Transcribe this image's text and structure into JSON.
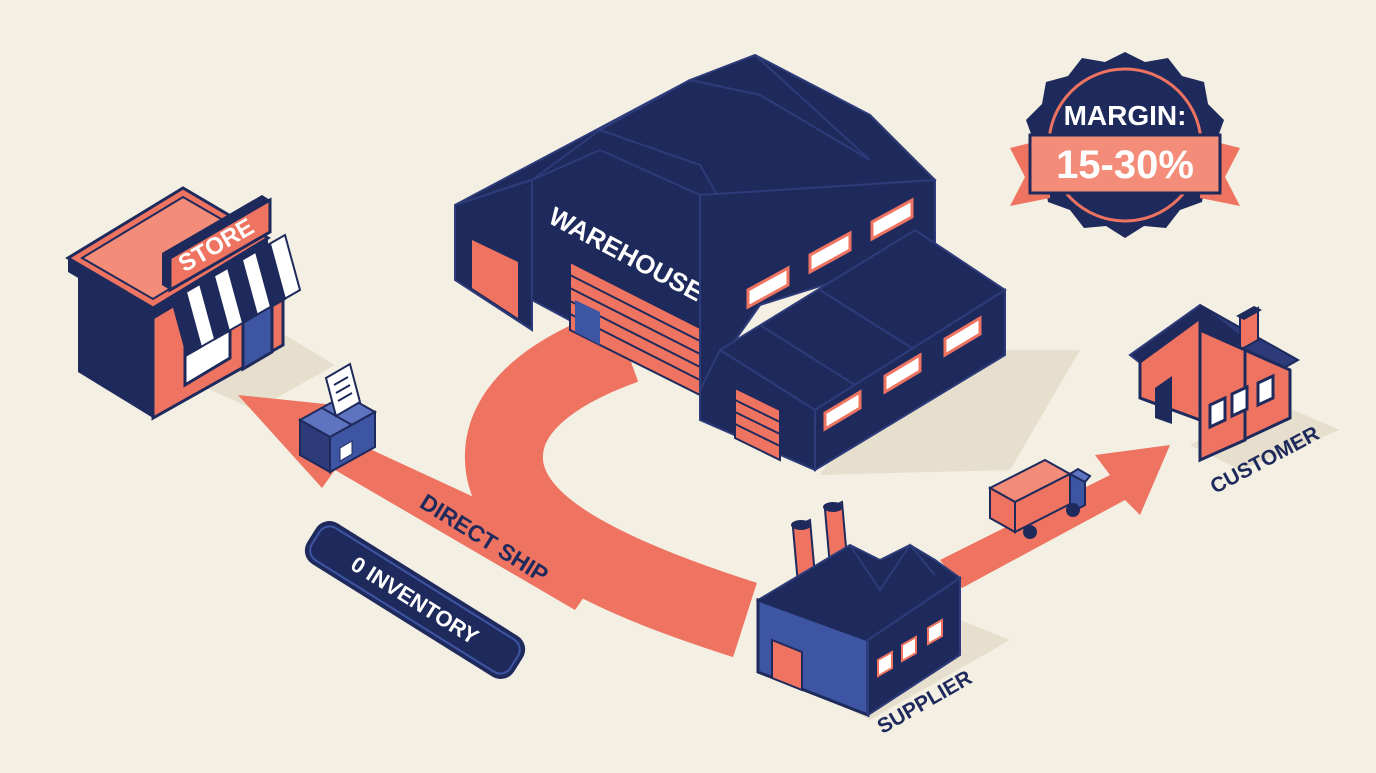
{
  "colors": {
    "background": "#f3efe3",
    "navy": "#1f2a5c",
    "navy_light": "#2d3b7a",
    "blue_face": "#3e55a3",
    "coral": "#ee7461",
    "coral_light": "#f38c79",
    "shadow": "#e6dfcd",
    "white": "#ffffff"
  },
  "labels": {
    "store": "STORE",
    "warehouse": "WAREHOUSE",
    "customer": "CUSTOMER",
    "supplier": "SUPPLIER",
    "direct_ship": "DIRECT SHIP",
    "inventory": "0 INVENTORY"
  },
  "badge": {
    "title": "MARGIN:",
    "value": "15-30%"
  },
  "icons": {
    "store": "store-building-icon",
    "warehouse": "warehouse-building-icon",
    "house": "house-icon",
    "factory": "factory-icon",
    "truck": "delivery-truck-icon",
    "package": "package-box-icon",
    "receipt": "receipt-icon"
  }
}
